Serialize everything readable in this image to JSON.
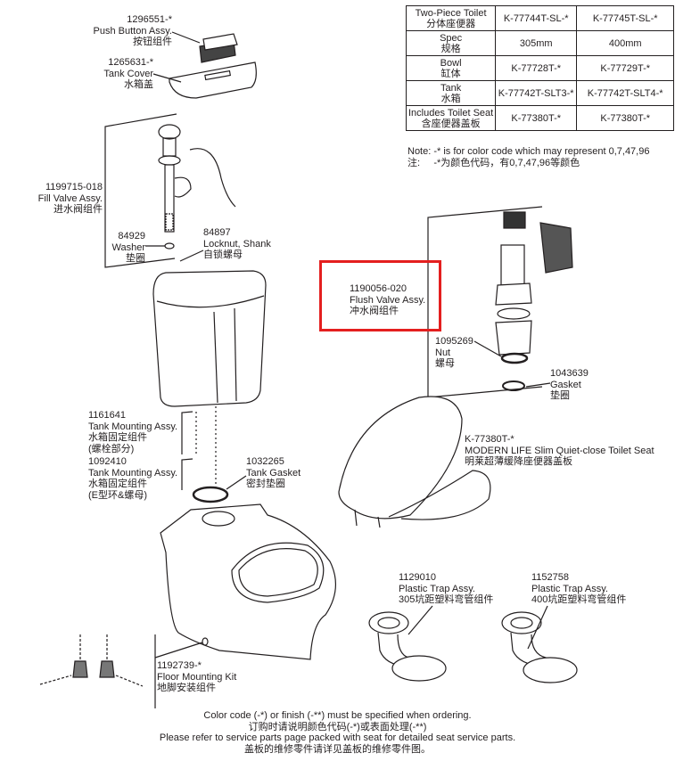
{
  "spec_table": {
    "rows": [
      {
        "label_en": "Two-Piece Toilet",
        "label_cn": "分体座便器",
        "col1": "K-77744T-SL-*",
        "col2": "K-77745T-SL-*"
      },
      {
        "label_en": "Spec",
        "label_cn": "规格",
        "col1": "305mm",
        "col2": "400mm"
      },
      {
        "label_en": "Bowl",
        "label_cn": "缸体",
        "col1": "K-77728T-*",
        "col2": "K-77729T-*"
      },
      {
        "label_en": "Tank",
        "label_cn": "水箱",
        "col1": "K-77742T-SLT3-*",
        "col2": "K-77742T-SLT4-*"
      },
      {
        "label_en": "Includes Toilet Seat",
        "label_cn": "含座便器盖板",
        "col1": "K-77380T-*",
        "col2": "K-77380T-*"
      }
    ],
    "note_en": "Note: -* is for color code which may represent 0,7,47,96",
    "note_cn": "注:     -*为颜色代码，有0,7,47,96等颜色"
  },
  "parts": {
    "push_button": {
      "number": "1296551-*",
      "name": "Push Button Assy.",
      "name_cn": "按钮组件"
    },
    "tank_cover": {
      "number": "1265631-*",
      "name": "Tank Cover",
      "name_cn": "水箱盖"
    },
    "fill_valve": {
      "number": "1199715-018",
      "name": "Fill Valve Assy.",
      "name_cn": "进水阀组件"
    },
    "washer": {
      "number": "84929",
      "name": "Washer",
      "name_cn": "垫圈"
    },
    "locknut": {
      "number": "84897",
      "name": "Locknut, Shank",
      "name_cn": "自锁螺母"
    },
    "flush_valve": {
      "number": "1190056-020",
      "name": "Flush Valve Assy.",
      "name_cn": "冲水阀组件"
    },
    "nut": {
      "number": "1095269",
      "name": "Nut",
      "name_cn": "螺母"
    },
    "gasket": {
      "number": "1043639",
      "name": "Gasket",
      "name_cn": "垫圈"
    },
    "seat": {
      "number": "K-77380T-*",
      "name": "MODERN LIFE Slim Quiet-close Toilet Seat",
      "name_cn": "明莱超薄缓降座便器盖板"
    },
    "tank_mount_bolts": {
      "number": "1161641",
      "name": "Tank Mounting Assy.",
      "name_cn": "水箱固定组件",
      "sub_cn": "(螺栓部分)"
    },
    "tank_mount_e": {
      "number": "1092410",
      "name": "Tank Mounting Assy.",
      "name_cn": "水箱固定组件",
      "sub_cn": "(E型环&螺母)"
    },
    "tank_gasket": {
      "number": "1032265",
      "name": "Tank Gasket",
      "name_cn": "密封垫圈"
    },
    "trap_305": {
      "number": "1129010",
      "name": "Plastic Trap Assy.",
      "name_cn": "305坑距塑料弯管组件"
    },
    "trap_400": {
      "number": "1152758",
      "name": "Plastic Trap Assy.",
      "name_cn": "400坑距塑料弯管组件"
    },
    "floor_kit": {
      "number": "1192739-*",
      "name": "Floor Mounting Kit",
      "name_cn": "地脚安装组件"
    }
  },
  "footer": {
    "line1": "Color code (-*) or finish (-**) must be specified when ordering.",
    "line2": "订购时请说明颜色代码(-*)或表面处理(-**)",
    "line3": "Please refer to service parts page packed with seat for detailed seat service parts.",
    "line4": "盖板的维修零件请详见盖板的维修零件图。"
  },
  "colors": {
    "highlight": "#e41f1f",
    "ink": "#231f20"
  }
}
